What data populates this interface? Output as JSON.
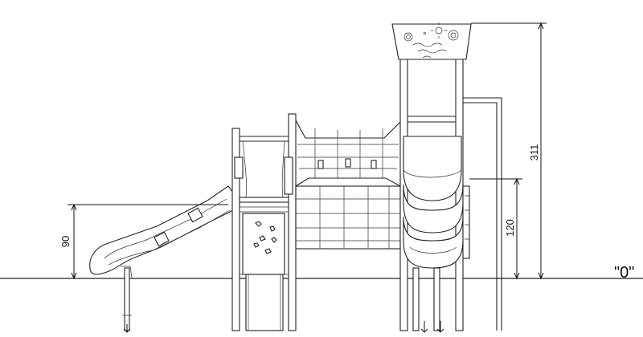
{
  "dimensions": {
    "slide_height": "90",
    "platform_height": "120",
    "total_height": "311"
  },
  "ground_label": "\"0\"",
  "icons": {
    "panel_art": "sun-spiral-wave-icon",
    "climbing_holds": "climbing-hold-icon"
  }
}
